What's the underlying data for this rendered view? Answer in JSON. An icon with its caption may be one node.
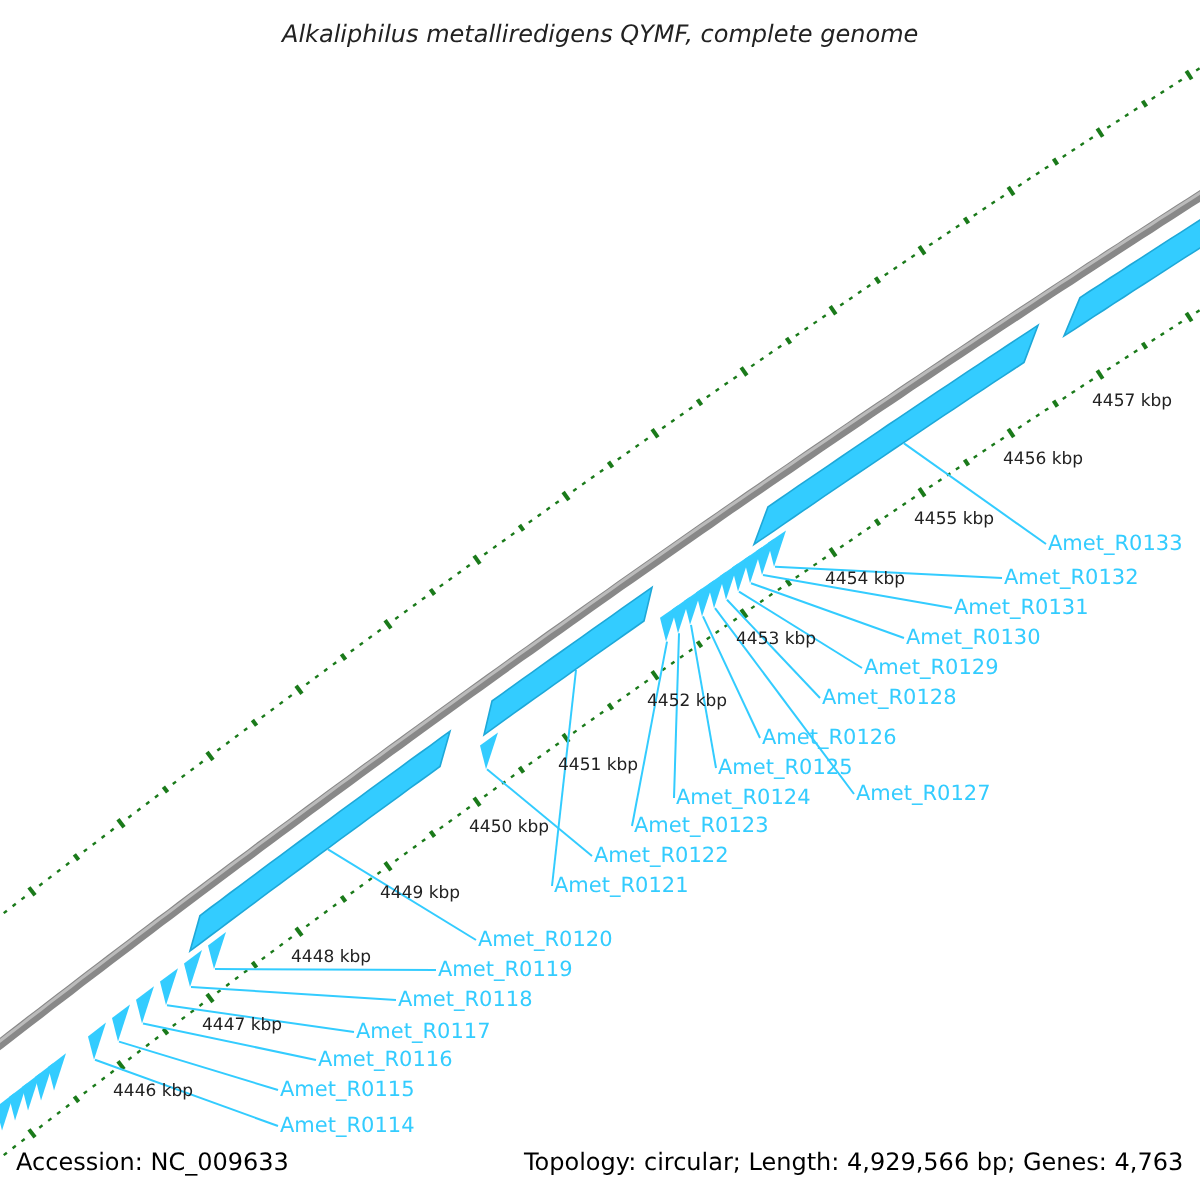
{
  "diagram": {
    "title": "Alkaliphilus metalliredigens QYMF, complete genome",
    "nodes": [
      {
        "text": [
          "Amet_R0114"
        ]
      },
      {
        "text": [
          "Amet_R0115"
        ]
      },
      {
        "text": [
          "Amet_R0116"
        ]
      },
      {
        "text": [
          "Amet_R0117"
        ]
      },
      {
        "text": [
          "Amet_R0118"
        ]
      },
      {
        "text": [
          "Amet_R0119"
        ]
      },
      {
        "text": [
          "Amet_R0120"
        ]
      },
      {
        "text": [
          "Amet_R0121"
        ]
      },
      {
        "text": [
          "Amet_R0122"
        ]
      },
      {
        "text": [
          "Amet_R0123"
        ]
      },
      {
        "text": [
          "Amet_R0124"
        ]
      },
      {
        "text": [
          "Amet_R0125"
        ]
      },
      {
        "text": [
          "Amet_R0126"
        ]
      },
      {
        "text": [
          "Amet_R0127"
        ]
      },
      {
        "text": [
          "Amet_R0128"
        ]
      },
      {
        "text": [
          "Amet_R0129"
        ]
      },
      {
        "text": [
          "Amet_R0130"
        ]
      },
      {
        "text": [
          "Amet_R0131"
        ]
      },
      {
        "text": [
          "Amet_R0132"
        ]
      },
      {
        "text": [
          "Amet_R0133"
        ]
      },
      {
        "text": [],
        "shape": "triangle"
      },
      {
        "text": [],
        "shape": "triangle"
      },
      {
        "text": [],
        "shape": "triangle"
      },
      {
        "text": [],
        "shape": "triangle"
      },
      {
        "text": [],
        "shape": "triangle"
      },
      {
        "text": [],
        "shape": "triangle"
      },
      {
        "text": [],
        "shape": "bar"
      },
      {
        "text": [],
        "shape": "bar"
      },
      {
        "text": [],
        "shape": "triangle"
      },
      {
        "text": [],
        "shape": "triangle"
      },
      {
        "text": [],
        "shape": "triangle"
      },
      {
        "text": [],
        "shape": "triangle"
      },
      {
        "text": [],
        "shape": "triangle"
      },
      {
        "text": [],
        "shape": "triangle"
      },
      {
        "text": [],
        "shape": "triangle"
      },
      {
        "text": [],
        "shape": "triangle"
      },
      {
        "text": [],
        "shape": "triangle"
      },
      {
        "text": [],
        "shape": "triangle"
      },
      {
        "text": [],
        "shape": "triangle"
      },
      {
        "text": [],
        "shape": "bar"
      },
      {
        "text": [],
        "shape": "bar"
      }
    ],
    "edges": [
      {
        "from": 0,
        "to": 20,
        "arrow": "none"
      },
      {
        "from": 1,
        "to": 21,
        "arrow": "none"
      },
      {
        "from": 2,
        "to": 22,
        "arrow": "none"
      },
      {
        "from": 3,
        "to": 23,
        "arrow": "none"
      },
      {
        "from": 4,
        "to": 24,
        "arrow": "none"
      },
      {
        "from": 5,
        "to": 25,
        "arrow": "none"
      },
      {
        "from": 6,
        "to": 26,
        "arrow": "none"
      },
      {
        "from": 7,
        "to": 27,
        "arrow": "none"
      },
      {
        "from": 8,
        "to": 28,
        "arrow": "none"
      },
      {
        "from": 9,
        "to": 29,
        "arrow": "none"
      },
      {
        "from": 10,
        "to": 30,
        "arrow": "none"
      },
      {
        "from": 11,
        "to": 31,
        "arrow": "none"
      },
      {
        "from": 12,
        "to": 32,
        "arrow": "none"
      },
      {
        "from": 13,
        "to": 33,
        "arrow": "none"
      },
      {
        "from": 14,
        "to": 34,
        "arrow": "none"
      },
      {
        "from": 15,
        "to": 35,
        "arrow": "none"
      },
      {
        "from": 16,
        "to": 36,
        "arrow": "none"
      },
      {
        "from": 17,
        "to": 37,
        "arrow": "none"
      },
      {
        "from": 18,
        "to": 38,
        "arrow": "none"
      },
      {
        "from": 19,
        "to": 39,
        "arrow": "none"
      }
    ],
    "labels": [
      "4457 kbp",
      "4456 kbp",
      "4455 kbp",
      "4454 kbp",
      "4453 kbp",
      "4452 kbp",
      "4451 kbp",
      "4450 kbp",
      "4449 kbp",
      "4448 kbp",
      "4447 kbp",
      "4446 kbp",
      "Accession: NC_009633",
      "Topology: circular; Length: 4,929,566 bp; Genes: 4,763"
    ]
  }
}
